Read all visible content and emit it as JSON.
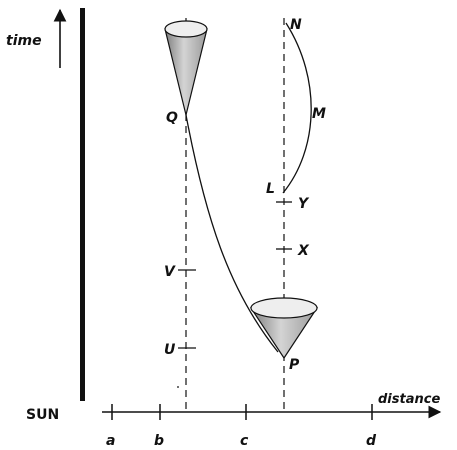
{
  "axes": {
    "time_label": "time",
    "distance_label": "distance",
    "sun_label": "SUN"
  },
  "ticks": {
    "a": "a",
    "b": "b",
    "c": "c",
    "d": "d"
  },
  "points": {
    "N": "N",
    "M": "M",
    "L": "L",
    "Y": "Y",
    "X": "X",
    "Q": "Q",
    "V": "V",
    "U": "U",
    "P": "P"
  },
  "colors": {
    "ink": "#111111",
    "cone_light": "#e8e8e8",
    "cone_dark": "#8a8a8a"
  }
}
